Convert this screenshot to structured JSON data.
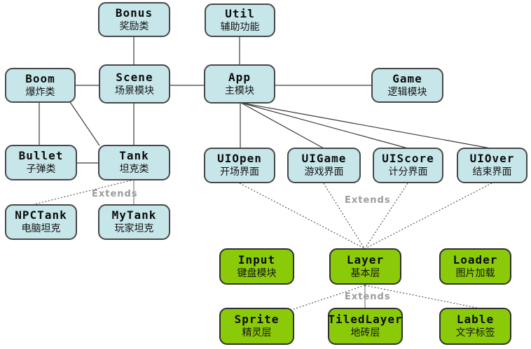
{
  "labels": {
    "extends": "Extends"
  },
  "colors": {
    "blue_fill": "#c7e6e9",
    "blue_border": "#474747",
    "green_fill": "#8bca08",
    "green_border": "#2f2f2f",
    "edge": "#3a3a3a",
    "edge_gray": "#b3b3b3",
    "extends_text": "#9b9b9b",
    "background": "#ffffff"
  },
  "nodes": {
    "bonus": {
      "name": "Bonus",
      "desc": "奖励类"
    },
    "util": {
      "name": "Util",
      "desc": "辅助功能"
    },
    "boom": {
      "name": "Boom",
      "desc": "爆炸类"
    },
    "scene": {
      "name": "Scene",
      "desc": "场景模块"
    },
    "app": {
      "name": "App",
      "desc": "主模块"
    },
    "game": {
      "name": "Game",
      "desc": "逻辑模块"
    },
    "bullet": {
      "name": "Bullet",
      "desc": "子弹类"
    },
    "tank": {
      "name": "Tank",
      "desc": "坦克类"
    },
    "npctank": {
      "name": "NPCTank",
      "desc": "电脑坦克"
    },
    "mytank": {
      "name": "MyTank",
      "desc": "玩家坦克"
    },
    "uiopen": {
      "name": "UIOpen",
      "desc": "开场界面"
    },
    "uigame": {
      "name": "UIGame",
      "desc": "游戏界面"
    },
    "uiscore": {
      "name": "UIScore",
      "desc": "计分界面"
    },
    "uiover": {
      "name": "UIOver",
      "desc": "结束界面"
    },
    "input": {
      "name": "Input",
      "desc": "键盘模块"
    },
    "layer": {
      "name": "Layer",
      "desc": "基本层"
    },
    "loader": {
      "name": "Loader",
      "desc": "图片加载"
    },
    "sprite": {
      "name": "Sprite",
      "desc": "精灵层"
    },
    "tiledlayer": {
      "name": "TiledLayer",
      "desc": "地砖层"
    },
    "lable": {
      "name": "Lable",
      "desc": "文字标签"
    }
  },
  "edges": [
    {
      "from": "Bonus",
      "to": "Scene",
      "style": "solid"
    },
    {
      "from": "Util",
      "to": "App",
      "style": "solid"
    },
    {
      "from": "Boom",
      "to": "Scene",
      "style": "solid"
    },
    {
      "from": "Scene",
      "to": "App",
      "style": "solid"
    },
    {
      "from": "App",
      "to": "Game",
      "style": "solid"
    },
    {
      "from": "Boom",
      "to": "Bullet",
      "style": "solid"
    },
    {
      "from": "Boom",
      "to": "Tank",
      "style": "solid"
    },
    {
      "from": "Scene",
      "to": "Tank",
      "style": "solid"
    },
    {
      "from": "Bullet",
      "to": "Tank",
      "style": "solid"
    },
    {
      "from": "App",
      "to": "UIOpen",
      "style": "solid"
    },
    {
      "from": "App",
      "to": "UIGame",
      "style": "solid"
    },
    {
      "from": "App",
      "to": "UIScore",
      "style": "solid"
    },
    {
      "from": "App",
      "to": "UIOver",
      "style": "solid"
    },
    {
      "from": "Tank",
      "to": "NPCTank",
      "style": "dotted",
      "label": "Extends"
    },
    {
      "from": "Tank",
      "to": "MyTank",
      "style": "solid-gray"
    },
    {
      "from": "UIOpen",
      "to": "Layer",
      "style": "dotted",
      "label": "Extends"
    },
    {
      "from": "UIGame",
      "to": "Layer",
      "style": "dotted"
    },
    {
      "from": "UIScore",
      "to": "Layer",
      "style": "dotted"
    },
    {
      "from": "UIOver",
      "to": "Layer",
      "style": "dotted"
    },
    {
      "from": "Layer",
      "to": "Sprite",
      "style": "dotted",
      "label": "Extends"
    },
    {
      "from": "Layer",
      "to": "TiledLayer",
      "style": "solid-gray"
    },
    {
      "from": "Layer",
      "to": "Lable",
      "style": "dotted"
    }
  ]
}
